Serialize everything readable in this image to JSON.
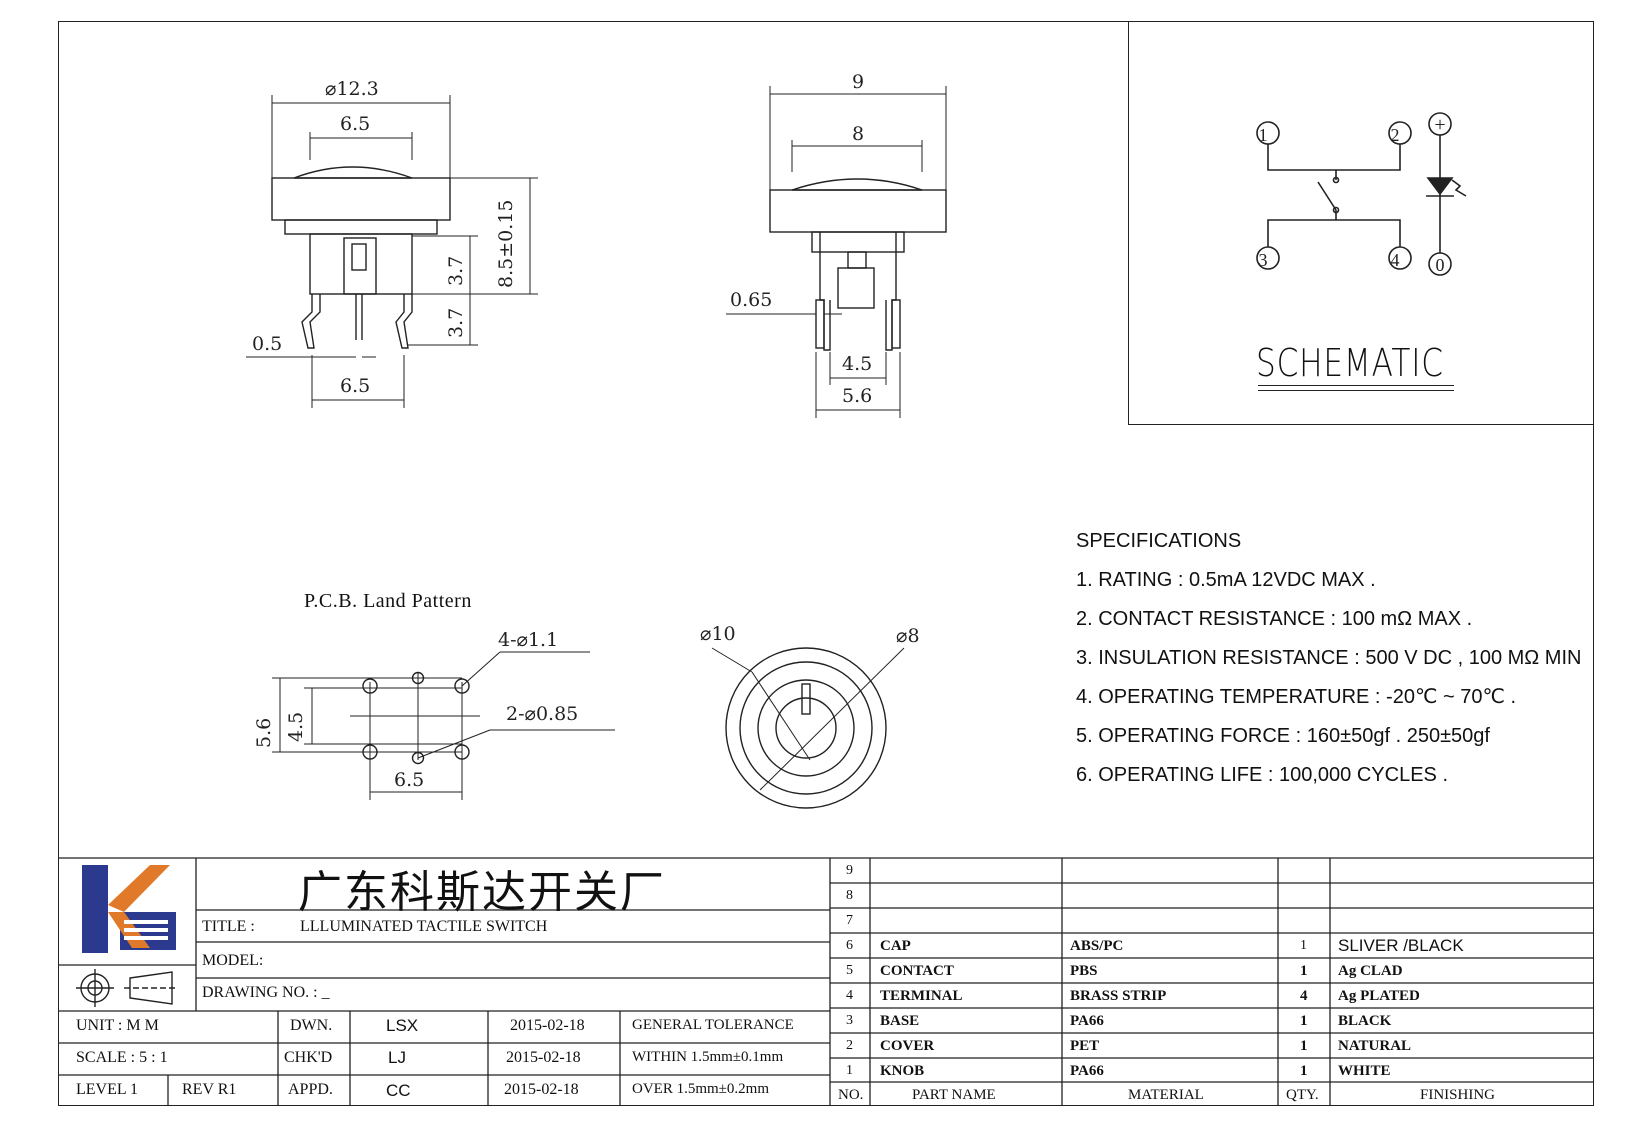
{
  "drawing": {
    "top_view": {
      "d_outer": "⌀12.3",
      "d_inner": "6.5",
      "h_total": "8.5±0.15",
      "h_upper": "3.7",
      "h_lower": "3.7",
      "pin_w": "0.5",
      "pin_span": "6.5"
    },
    "side_view": {
      "w_outer": "9",
      "w_inner": "8",
      "pin_t": "0.65",
      "pin_in": "4.5",
      "pin_out": "5.6"
    },
    "pcb": {
      "title": "P.C.B. Land Pattern",
      "holes_big": "4-⌀1.1",
      "holes_small": "2-⌀0.85",
      "h_outer": "5.6",
      "h_inner": "4.5",
      "w": "6.5"
    },
    "round_view": {
      "d_outer": "⌀10",
      "d_inner": "⌀8"
    }
  },
  "schematic": {
    "title": "SCHEMATIC",
    "pins": [
      "1",
      "2",
      "3",
      "4",
      "+",
      "0"
    ]
  },
  "specifications": {
    "heading": "SPECIFICATIONS",
    "items": [
      "1. RATING : 0.5mA 12VDC MAX .",
      "2. CONTACT RESISTANCE : 100 mΩ MAX .",
      "3. INSULATION RESISTANCE : 500 V DC , 100 MΩ MIN",
      "4. OPERATING TEMPERATURE : -20℃ ~ 70℃ .",
      "5. OPERATING FORCE : 160±50gf . 250±50gf",
      "6. OPERATING LIFE : 100,000 CYCLES ."
    ]
  },
  "title_block": {
    "company": "广东科斯达开关厂",
    "title_label": "TITLE :",
    "title_value": "LLLUMINATED TACTILE SWITCH",
    "model_label": "MODEL:",
    "drawing_no_label": "DRAWING NO. : _",
    "unit": "UNIT   :   M M",
    "scale": "SCALE   :   5 : 1",
    "level": "LEVEL 1",
    "rev": "REV  R1",
    "dwn_label": "DWN.",
    "dwn_name": "LSX",
    "dwn_date": "2015-02-18",
    "chk_label": "CHK'D",
    "chk_name": "LJ",
    "chk_date": "2015-02-18",
    "appd_label": "APPD.",
    "appd_name": "CC",
    "appd_date": "2015-02-18",
    "tol_head": "GENERAL TOLERANCE",
    "tol_within": "WITHIN 1.5mm±0.1mm",
    "tol_over": "OVER   1.5mm±0.2mm"
  },
  "bom": {
    "header": {
      "no": "NO.",
      "part": "PART  NAME",
      "material": "MATERIAL",
      "qty": "QTY.",
      "finishing": "FINISHING"
    },
    "rows": [
      {
        "no": "9",
        "part": "",
        "material": "",
        "qty": "",
        "finishing": ""
      },
      {
        "no": "8",
        "part": "",
        "material": "",
        "qty": "",
        "finishing": ""
      },
      {
        "no": "7",
        "part": "",
        "material": "",
        "qty": "",
        "finishing": ""
      },
      {
        "no": "6",
        "part": "CAP",
        "material": "ABS/PC",
        "qty": "1",
        "finishing": "SLIVER /BLACK"
      },
      {
        "no": "5",
        "part": "CONTACT",
        "material": "PBS",
        "qty": "1",
        "finishing": "Ag CLAD"
      },
      {
        "no": "4",
        "part": "TERMINAL",
        "material": "BRASS STRIP",
        "qty": "4",
        "finishing": "Ag PLATED"
      },
      {
        "no": "3",
        "part": "BASE",
        "material": "PA66",
        "qty": "1",
        "finishing": "BLACK"
      },
      {
        "no": "2",
        "part": "COVER",
        "material": "PET",
        "qty": "1",
        "finishing": "NATURAL"
      },
      {
        "no": "1",
        "part": "KNOB",
        "material": "PA66",
        "qty": "1",
        "finishing": "WHITE"
      }
    ]
  },
  "colors": {
    "logo_blue": "#2b3a8f",
    "logo_orange": "#e07a2a",
    "line": "#222222"
  }
}
